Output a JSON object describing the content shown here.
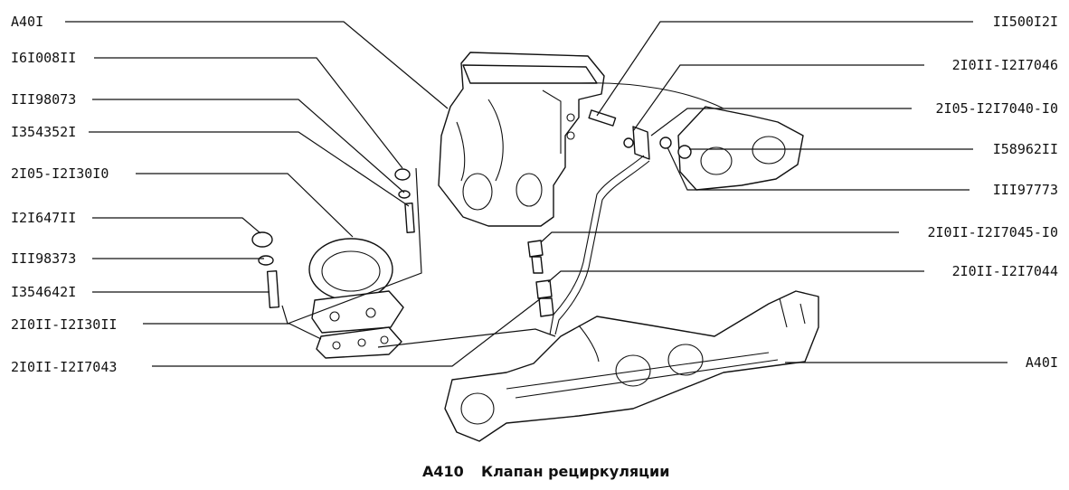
{
  "labels": {
    "left": [
      {
        "text": "A40I"
      },
      {
        "text": "I6I008II"
      },
      {
        "text": "III98073"
      },
      {
        "text": "I354352I"
      },
      {
        "text": "2I05-I2I30I0"
      },
      {
        "text": "I2I647II"
      },
      {
        "text": "III98373"
      },
      {
        "text": "I354642I"
      },
      {
        "text": "2I0II-I2I30II"
      },
      {
        "text": "2I0II-I2I7043"
      }
    ],
    "right": [
      {
        "text": "II500I2I"
      },
      {
        "text": "2I0II-I2I7046"
      },
      {
        "text": "2I05-I2I7040-I0"
      },
      {
        "text": "I58962II"
      },
      {
        "text": "III97773"
      },
      {
        "text": "2I0II-I2I7045-I0"
      },
      {
        "text": "2I0II-I2I7044"
      },
      {
        "text": "A40I"
      }
    ]
  },
  "caption": {
    "code": "A410",
    "title": "Клапан рециркуляции"
  }
}
